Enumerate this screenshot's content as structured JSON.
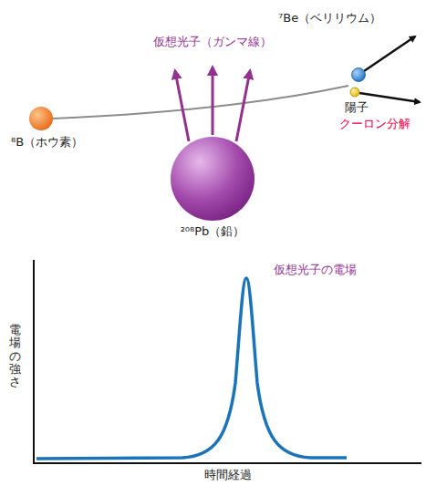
{
  "diagram": {
    "labels": [
      "⁷Be（ベリリウム）",
      "仮想光子（ガンマ線）",
      "陽子",
      "クーロン分解",
      "⁸B（ホウ素）",
      "²⁰⁸Pb（鉛）",
      "仮想光子の電場",
      "電場の強さ",
      "時間経過"
    ]
  }
}
